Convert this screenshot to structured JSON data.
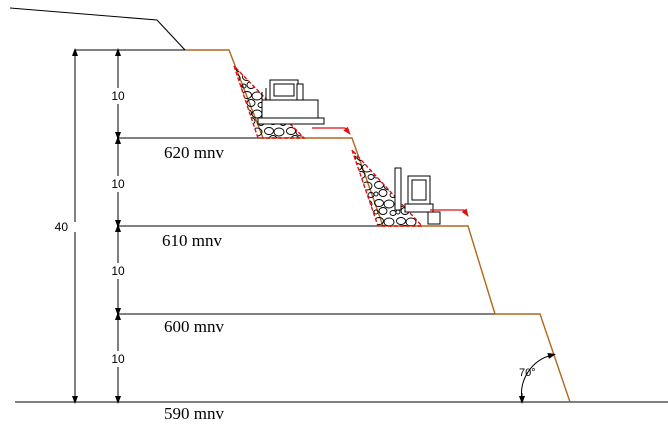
{
  "diagram": {
    "total_height_label": "40",
    "bench_height_labels": [
      "10",
      "10",
      "10",
      "10"
    ],
    "level_labels": [
      "620 mnv",
      "610 mnv",
      "600 mnv",
      "590 mnv"
    ],
    "slope_angle_label": "70°",
    "colors": {
      "line": "#000000",
      "slope": "#b3671b",
      "muck_outline": "#e01010",
      "arrow": "#e01010"
    }
  }
}
